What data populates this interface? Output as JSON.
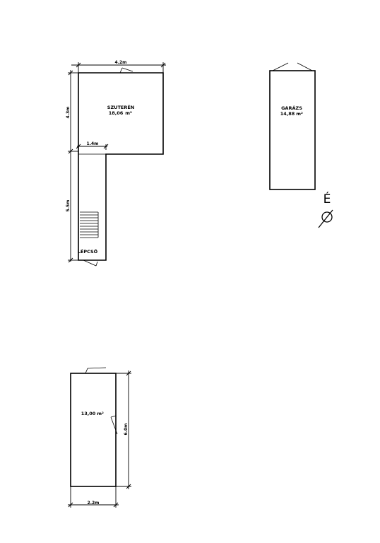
{
  "rooms": {
    "szuteren": {
      "name": "SZUTERÉN",
      "area": "18,06",
      "unit": "m²"
    },
    "garazs": {
      "name": "GARÁZS",
      "area": "14,88",
      "unit": "m²"
    },
    "lepcso": {
      "name": "LÉPCSŐ"
    },
    "bottom_room": {
      "area": "13,00",
      "unit": "m²"
    }
  },
  "dimensions": {
    "szuteren_width": "4.2m",
    "szuteren_height": "4.3m",
    "stair_width": "1.4m",
    "stair_length": "5.5m",
    "bottom_width": "2.2m",
    "bottom_height": "6.0m"
  },
  "north": {
    "letter": "É"
  }
}
